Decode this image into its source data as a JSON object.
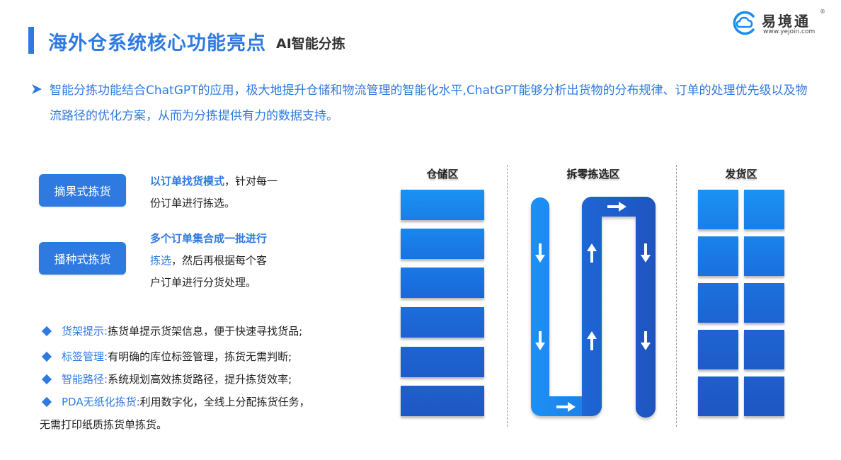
{
  "header": {
    "title": "海外仓系统核心功能亮点",
    "subtitle": "AI智能分拣"
  },
  "logo": {
    "name": "易境通",
    "registered": "®",
    "url": "www.yejoin.com"
  },
  "intro": {
    "text": "智能分拣功能结合ChatGPT的应用，极大地提升仓储和物流管理的智能化水平,ChatGPT能够分析出货物的分布规律、订单的处理优先级以及物流路径的优化方案，从而为分拣提供有力的数据支持。"
  },
  "modes": [
    {
      "button": "摘果式拣货",
      "highlight": "以订单找货模式",
      "line1_rest": "，针对每一",
      "line2": "份订单进行拣选。"
    },
    {
      "button": "播种式拣货",
      "highlight_line1": "多个订单集合成一批进行",
      "highlight_line2": "拣选",
      "line2_rest": "，然后再根据每个客",
      "line3": "户订单进行分货处理。"
    }
  ],
  "features": [
    {
      "key": "货架提示:",
      "text": "拣货单提示货架信息，便于快速寻找货品;"
    },
    {
      "key": "标签管理:",
      "text": "有明确的库位标签管理，拣货无需判断;"
    },
    {
      "key": "智能路径:",
      "text": "系统规划高效拣货路径，提升拣货效率;"
    },
    {
      "key": "PDA无纸化拣货:",
      "text": "利用数字化，全线上分配拣货任务，",
      "continuation": "无需打印纸质拣货单拣货。"
    }
  ],
  "diagram": {
    "zones": [
      {
        "label": "仓储区"
      },
      {
        "label": "拆零拣选区"
      },
      {
        "label": "发货区"
      }
    ],
    "storage_racks": 6,
    "shipping_bins": {
      "rows": 5,
      "cols": 2
    },
    "path_arrows": [
      "down",
      "up",
      "down",
      "down",
      "up",
      "down",
      "right",
      "right"
    ],
    "colors": {
      "light_blue": "#1a8cf0",
      "dark_blue": "#1e5cc8",
      "accent": "#2f7ae0"
    }
  }
}
